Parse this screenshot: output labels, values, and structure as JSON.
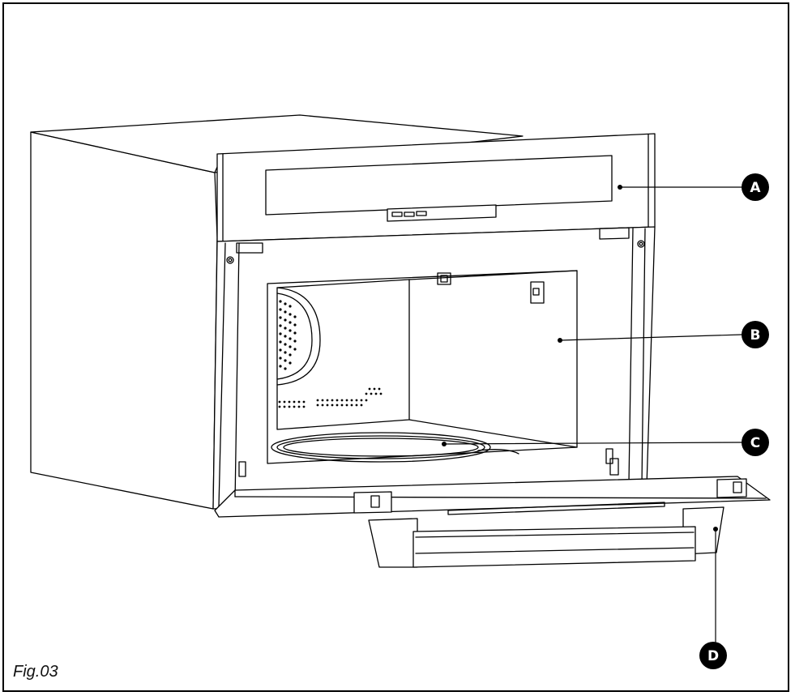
{
  "figure": {
    "caption": "Fig.03",
    "callouts": [
      {
        "id": "control-panel",
        "letter": "A"
      },
      {
        "id": "oven-cavity",
        "letter": "B"
      },
      {
        "id": "turntable",
        "letter": "C"
      },
      {
        "id": "door-handle",
        "letter": "D"
      }
    ]
  },
  "colors": {
    "line": "#000000",
    "badge": "#000000",
    "background": "#ffffff"
  }
}
